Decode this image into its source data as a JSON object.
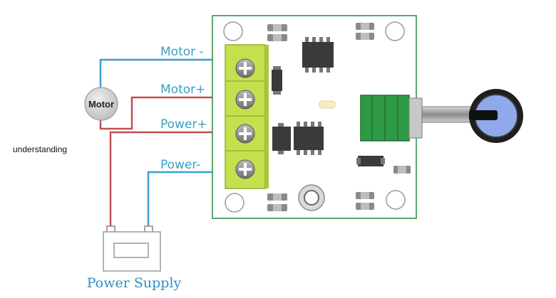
{
  "labels": {
    "motor_minus": "Motor -",
    "motor_plus": "Motor+",
    "power_plus": "Power+",
    "power_minus": "Power-",
    "motor_component": "Motor",
    "power_supply": "Power Supply",
    "side_note": "understanding"
  },
  "colors": {
    "wire_blue": "#3d9ed3",
    "wire_red": "#c0504d",
    "board_outline": "#4a9e5c",
    "terminal_green": "#c4e04e",
    "potentiometer_green": "#2f9a46",
    "label_blue": "#3aa0c6"
  }
}
